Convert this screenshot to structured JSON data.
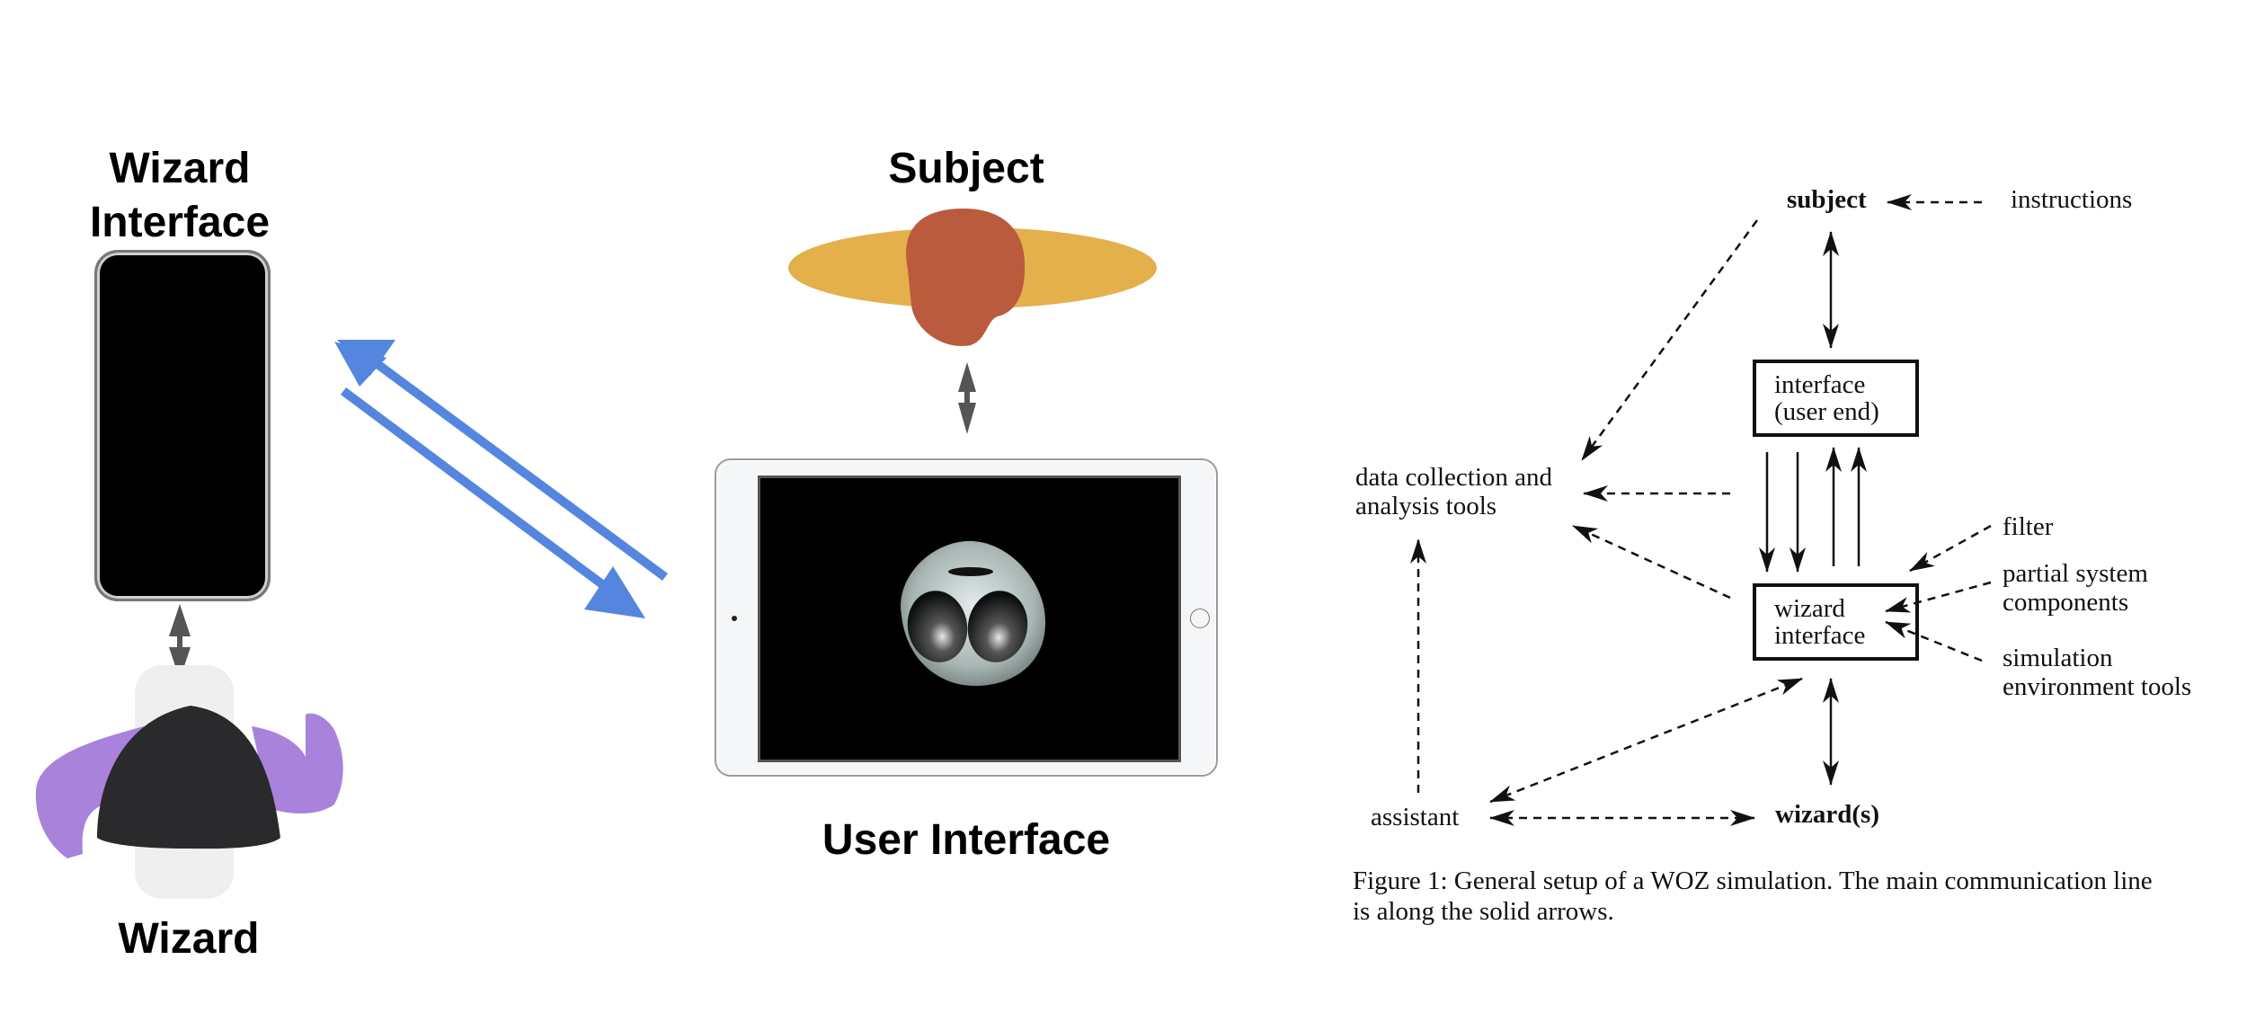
{
  "left_panel": {
    "wizard_interface_label_line1": "Wizard",
    "wizard_interface_label_line2": "Interface",
    "subject_label": "Subject",
    "user_interface_label": "User Interface",
    "wizard_label": "Wizard",
    "colors": {
      "communication_arrow": "#5486e0",
      "connector_arrow": "#555555",
      "subject_body": "#e3b04b",
      "subject_head": "#b95b3c",
      "wizard_body": "#a982dc",
      "wizard_head": "#2a2a2c",
      "device_screen": "#000000",
      "tablet_bezel": "#f5f6f8"
    }
  },
  "right_panel": {
    "nodes": {
      "subject": "subject",
      "instructions": "instructions",
      "interface_user_end_line1": "interface",
      "interface_user_end_line2": "(user end)",
      "data_collection_line1": "data collection and",
      "data_collection_line2": "analysis tools",
      "filter": "filter",
      "partial_system_line1": "partial system",
      "partial_system_line2": "components",
      "wizard_interface_line1": "wizard",
      "wizard_interface_line2": "interface",
      "simulation_line1": "simulation",
      "simulation_line2": "environment tools",
      "assistant": "assistant",
      "wizards": "wizard(s)"
    },
    "caption_line1": "Figure 1: General setup of a WOZ simulation. The main communication line",
    "caption_line2": "is along the solid arrows."
  }
}
